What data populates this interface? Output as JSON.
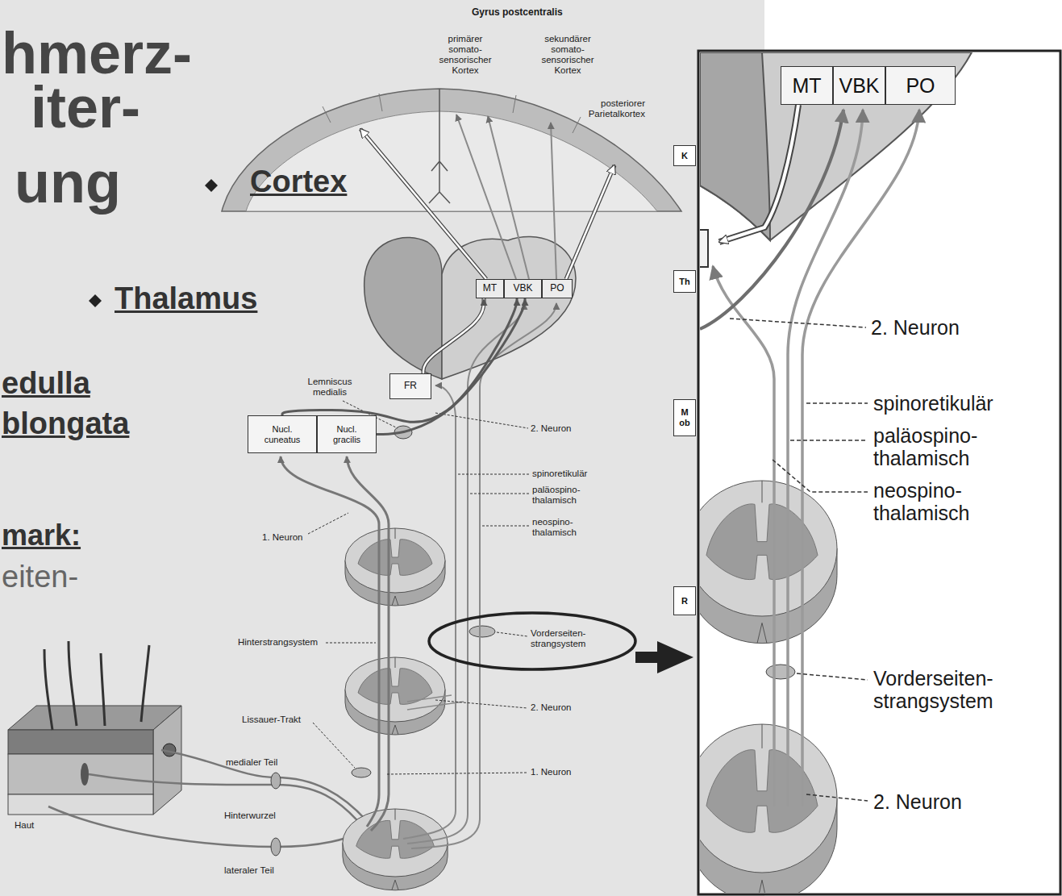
{
  "diagram": {
    "nodes": [
      {
        "text": [
          "MT"
        ]
      },
      {
        "text": [
          "VBK"
        ]
      },
      {
        "text": [
          "PO"
        ]
      },
      {
        "text": [
          "FR"
        ]
      },
      {
        "text": [
          "Nucl. cuneatus"
        ]
      },
      {
        "text": [
          "Nucl. gracilis"
        ]
      },
      {
        "text": [
          "K"
        ]
      },
      {
        "text": [
          "Th"
        ]
      },
      {
        "text": [
          "M ob"
        ]
      },
      {
        "text": [
          "R"
        ]
      },
      {
        "text": [
          "MT"
        ]
      },
      {
        "text": [
          "VBK"
        ]
      },
      {
        "text": [
          "PO"
        ]
      }
    ],
    "edges": [
      {
        "from": 4,
        "to": 1,
        "arrow": "to"
      },
      {
        "from": 5,
        "to": 1,
        "arrow": "to"
      },
      {
        "from": 3,
        "to": 0,
        "arrow": "to"
      }
    ],
    "labels": [
      "hmerz-",
      "iter-",
      "ung",
      "Cortex",
      "Thalamus",
      "edulla",
      "blongata",
      "mark:",
      "eiten-",
      "Gyrus postcentralis",
      "primärer somato-sensorischer Kortex",
      "sekundärer somato-sensorischer Kortex",
      "posteriorer Parietalkortex",
      "Lemniscus medialis",
      "2. Neuron",
      "spinoretikulär",
      "paläospino-thalamisch",
      "neospino-thalamisch",
      "1. Neuron",
      "Hinterstrangsystem",
      "Vorderseiten-strangsystem",
      "2. Neuron",
      "Lissauer-Trakt",
      "medialer Teil",
      "1. Neuron",
      "Hinterwurzel",
      "Haut",
      "lateraler Teil",
      "2. Neuron",
      "spinoretikulär",
      "paläospino-thalamisch",
      "neospino-thalamisch",
      "Vorderseiten-strangsystem",
      "2. Neuron"
    ]
  }
}
